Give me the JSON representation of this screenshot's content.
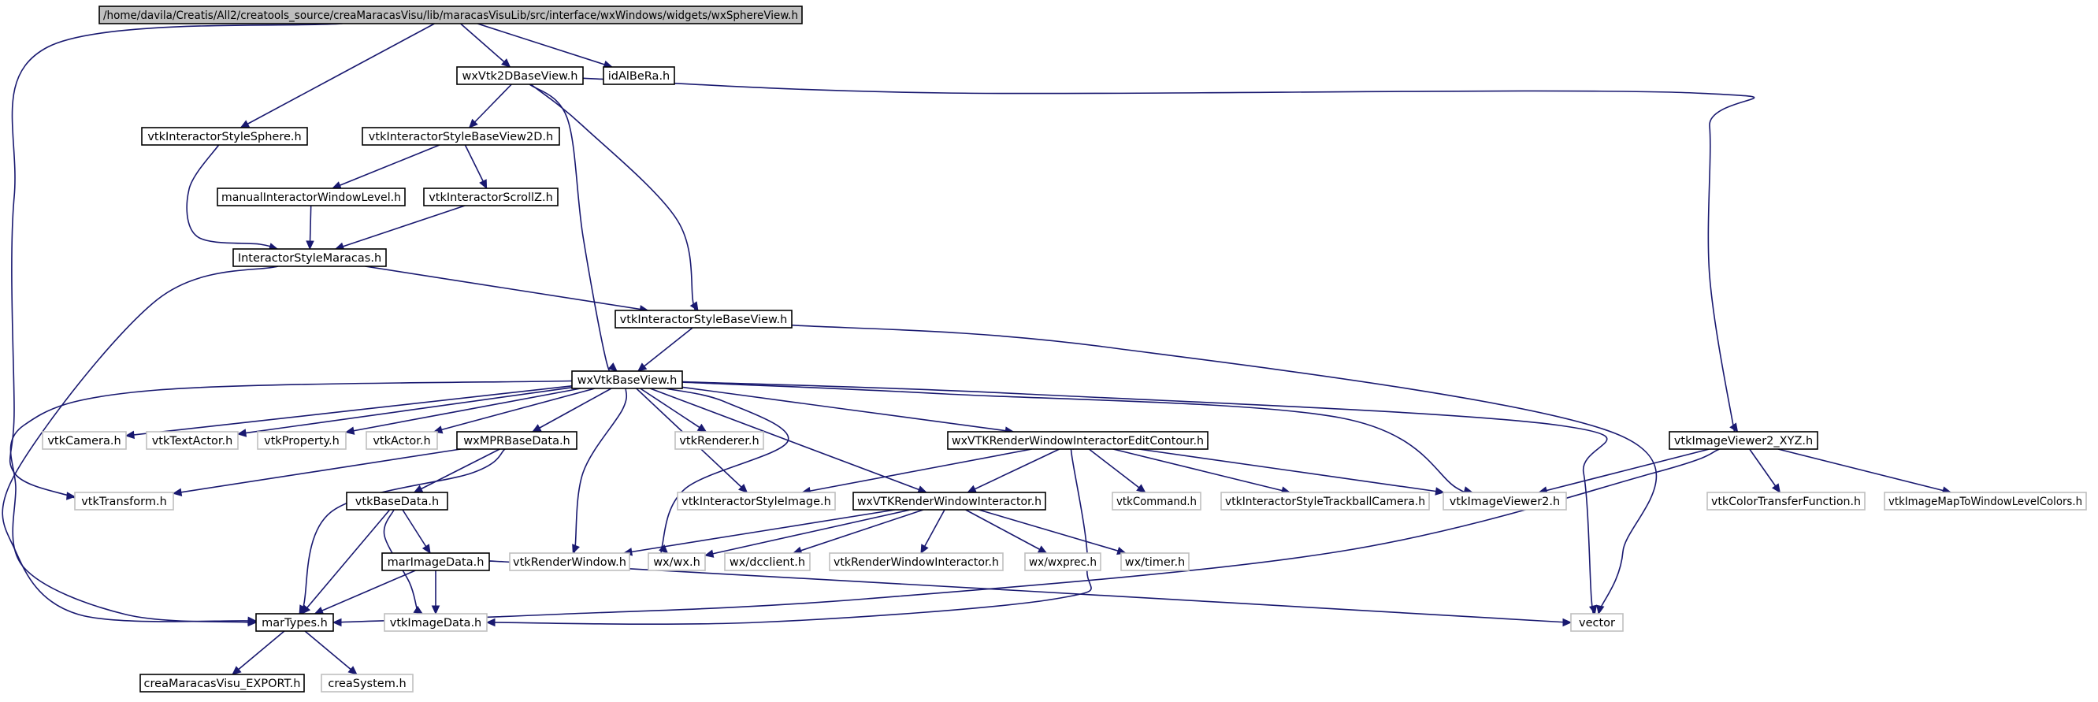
{
  "graph": {
    "colors": {
      "edge": "#191970",
      "main_fill": "#bfbfbf",
      "doc_border": "#000000",
      "ext_border": "#bfbfbf",
      "background": "#ffffff"
    },
    "nodes": [
      {
        "id": "main",
        "label": "/home/davila/Creatis/All2/creatools_source/creaMaracasVisu/lib/maracasVisuLib/src/interface/wxWindows/widgets/wxSphereView.h",
        "kind": "main"
      },
      {
        "id": "wxVtk2DBaseView",
        "label": "wxVtk2DBaseView.h",
        "kind": "doc"
      },
      {
        "id": "idAlBeRa",
        "label": "idAlBeRa.h",
        "kind": "doc"
      },
      {
        "id": "vtkInteractorStyleSphere",
        "label": "vtkInteractorStyleSphere.h",
        "kind": "doc"
      },
      {
        "id": "vtkInteractorStyleBaseView2D",
        "label": "vtkInteractorStyleBaseView2D.h",
        "kind": "doc"
      },
      {
        "id": "manualInteractorWindowLevel",
        "label": "manualInteractorWindowLevel.h",
        "kind": "doc"
      },
      {
        "id": "vtkInteractorScrollZ",
        "label": "vtkInteractorScrollZ.h",
        "kind": "doc"
      },
      {
        "id": "InteractorStyleMaracas",
        "label": "InteractorStyleMaracas.h",
        "kind": "doc"
      },
      {
        "id": "vtkInteractorStyleBaseView",
        "label": "vtkInteractorStyleBaseView.h",
        "kind": "doc"
      },
      {
        "id": "wxVtkBaseView",
        "label": "wxVtkBaseView.h",
        "kind": "doc"
      },
      {
        "id": "vtkCamera",
        "label": "vtkCamera.h",
        "kind": "ext"
      },
      {
        "id": "vtkTextActor",
        "label": "vtkTextActor.h",
        "kind": "ext"
      },
      {
        "id": "vtkProperty",
        "label": "vtkProperty.h",
        "kind": "ext"
      },
      {
        "id": "vtkActor",
        "label": "vtkActor.h",
        "kind": "ext"
      },
      {
        "id": "wxMPRBaseData",
        "label": "wxMPRBaseData.h",
        "kind": "doc"
      },
      {
        "id": "vtkRenderer",
        "label": "vtkRenderer.h",
        "kind": "ext"
      },
      {
        "id": "wxVTKRenderWindowInteractorEditContour",
        "label": "wxVTKRenderWindowInteractorEditContour.h",
        "kind": "doc"
      },
      {
        "id": "vtkImageViewer2_XYZ",
        "label": "vtkImageViewer2_XYZ.h",
        "kind": "doc"
      },
      {
        "id": "vtkTransform",
        "label": "vtkTransform.h",
        "kind": "ext"
      },
      {
        "id": "vtkBaseData",
        "label": "vtkBaseData.h",
        "kind": "doc"
      },
      {
        "id": "vtkInteractorStyleImage",
        "label": "vtkInteractorStyleImage.h",
        "kind": "ext"
      },
      {
        "id": "wxVTKRenderWindowInteractor",
        "label": "wxVTKRenderWindowInteractor.h",
        "kind": "doc"
      },
      {
        "id": "vtkCommand",
        "label": "vtkCommand.h",
        "kind": "ext"
      },
      {
        "id": "vtkInteractorStyleTrackballCamera",
        "label": "vtkInteractorStyleTrackballCamera.h",
        "kind": "ext"
      },
      {
        "id": "vtkImageViewer2",
        "label": "vtkImageViewer2.h",
        "kind": "ext"
      },
      {
        "id": "vtkColorTransferFunction",
        "label": "vtkColorTransferFunction.h",
        "kind": "ext"
      },
      {
        "id": "vtkImageMapToWindowLevelColors",
        "label": "vtkImageMapToWindowLevelColors.h",
        "kind": "ext"
      },
      {
        "id": "marImageData",
        "label": "marImageData.h",
        "kind": "doc"
      },
      {
        "id": "vtkRenderWindow",
        "label": "vtkRenderWindow.h",
        "kind": "ext"
      },
      {
        "id": "wxwx",
        "label": "wx/wx.h",
        "kind": "ext"
      },
      {
        "id": "wxdcclient",
        "label": "wx/dcclient.h",
        "kind": "ext"
      },
      {
        "id": "vtkRenderWindowInteractor",
        "label": "vtkRenderWindowInteractor.h",
        "kind": "ext"
      },
      {
        "id": "wxwxprec",
        "label": "wx/wxprec.h",
        "kind": "ext"
      },
      {
        "id": "wxtimer",
        "label": "wx/timer.h",
        "kind": "ext"
      },
      {
        "id": "marTypes",
        "label": "marTypes.h",
        "kind": "doc"
      },
      {
        "id": "vtkImageData",
        "label": "vtkImageData.h",
        "kind": "ext"
      },
      {
        "id": "vector",
        "label": "vector",
        "kind": "ext"
      },
      {
        "id": "creaMaracasVisu_EXPORT",
        "label": "creaMaracasVisu_EXPORT.h",
        "kind": "doc"
      },
      {
        "id": "creaSystem",
        "label": "creaSystem.h",
        "kind": "ext"
      }
    ],
    "edges": [
      {
        "from": "main",
        "to": "wxVtk2DBaseView"
      },
      {
        "from": "main",
        "to": "idAlBeRa"
      },
      {
        "from": "main",
        "to": "vtkInteractorStyleSphere"
      },
      {
        "from": "main",
        "to": "vtkTransform"
      },
      {
        "from": "wxVtk2DBaseView",
        "to": "vtkInteractorStyleBaseView2D"
      },
      {
        "from": "wxVtk2DBaseView",
        "to": "vtkInteractorStyleBaseView"
      },
      {
        "from": "wxVtk2DBaseView",
        "to": "wxVtkBaseView"
      },
      {
        "from": "wxVtk2DBaseView",
        "to": "vtkImageViewer2_XYZ"
      },
      {
        "from": "vtkInteractorStyleSphere",
        "to": "InteractorStyleMaracas"
      },
      {
        "from": "vtkInteractorStyleBaseView2D",
        "to": "manualInteractorWindowLevel"
      },
      {
        "from": "vtkInteractorStyleBaseView2D",
        "to": "vtkInteractorScrollZ"
      },
      {
        "from": "manualInteractorWindowLevel",
        "to": "InteractorStyleMaracas"
      },
      {
        "from": "vtkInteractorScrollZ",
        "to": "InteractorStyleMaracas"
      },
      {
        "from": "InteractorStyleMaracas",
        "to": "vtkInteractorStyleBaseView"
      },
      {
        "from": "InteractorStyleMaracas",
        "to": "marTypes"
      },
      {
        "from": "vtkInteractorStyleBaseView",
        "to": "wxVtkBaseView"
      },
      {
        "from": "vtkInteractorStyleBaseView",
        "to": "vector"
      },
      {
        "from": "wxVtkBaseView",
        "to": "vtkCamera"
      },
      {
        "from": "wxVtkBaseView",
        "to": "vtkTextActor"
      },
      {
        "from": "wxVtkBaseView",
        "to": "vtkProperty"
      },
      {
        "from": "wxVtkBaseView",
        "to": "vtkActor"
      },
      {
        "from": "wxVtkBaseView",
        "to": "wxMPRBaseData"
      },
      {
        "from": "wxVtkBaseView",
        "to": "vtkRenderer"
      },
      {
        "from": "wxVtkBaseView",
        "to": "wxVTKRenderWindowInteractorEditContour"
      },
      {
        "from": "wxVtkBaseView",
        "to": "vtkImageViewer2"
      },
      {
        "from": "wxVtkBaseView",
        "to": "vtkInteractorStyleImage"
      },
      {
        "from": "wxVtkBaseView",
        "to": "wxVTKRenderWindowInteractor"
      },
      {
        "from": "wxVtkBaseView",
        "to": "vtkRenderWindow"
      },
      {
        "from": "wxVtkBaseView",
        "to": "wxwx"
      },
      {
        "from": "wxVtkBaseView",
        "to": "marTypes"
      },
      {
        "from": "wxVtkBaseView",
        "to": "vector"
      },
      {
        "from": "wxMPRBaseData",
        "to": "vtkTransform"
      },
      {
        "from": "wxMPRBaseData",
        "to": "vtkBaseData"
      },
      {
        "from": "wxMPRBaseData",
        "to": "marTypes"
      },
      {
        "from": "vtkBaseData",
        "to": "marImageData"
      },
      {
        "from": "vtkBaseData",
        "to": "marTypes"
      },
      {
        "from": "vtkBaseData",
        "to": "vtkImageData"
      },
      {
        "from": "marImageData",
        "to": "marTypes"
      },
      {
        "from": "marImageData",
        "to": "vtkImageData"
      },
      {
        "from": "marImageData",
        "to": "vector"
      },
      {
        "from": "wxVTKRenderWindowInteractorEditContour",
        "to": "vtkInteractorStyleImage"
      },
      {
        "from": "wxVTKRenderWindowInteractorEditContour",
        "to": "wxVTKRenderWindowInteractor"
      },
      {
        "from": "wxVTKRenderWindowInteractorEditContour",
        "to": "vtkCommand"
      },
      {
        "from": "wxVTKRenderWindowInteractorEditContour",
        "to": "vtkInteractorStyleTrackballCamera"
      },
      {
        "from": "wxVTKRenderWindowInteractorEditContour",
        "to": "vtkImageViewer2"
      },
      {
        "from": "wxVTKRenderWindowInteractorEditContour",
        "to": "vtkImageData"
      },
      {
        "from": "wxVTKRenderWindowInteractor",
        "to": "vtkRenderWindow"
      },
      {
        "from": "wxVTKRenderWindowInteractor",
        "to": "wxwx"
      },
      {
        "from": "wxVTKRenderWindowInteractor",
        "to": "wxdcclient"
      },
      {
        "from": "wxVTKRenderWindowInteractor",
        "to": "vtkRenderWindowInteractor"
      },
      {
        "from": "wxVTKRenderWindowInteractor",
        "to": "wxwxprec"
      },
      {
        "from": "wxVTKRenderWindowInteractor",
        "to": "wxtimer"
      },
      {
        "from": "vtkImageViewer2_XYZ",
        "to": "vtkImageViewer2"
      },
      {
        "from": "vtkImageViewer2_XYZ",
        "to": "vtkColorTransferFunction"
      },
      {
        "from": "vtkImageViewer2_XYZ",
        "to": "vtkImageMapToWindowLevelColors"
      },
      {
        "from": "vtkImageViewer2_XYZ",
        "to": "marTypes"
      },
      {
        "from": "marTypes",
        "to": "creaMaracasVisu_EXPORT"
      },
      {
        "from": "marTypes",
        "to": "creaSystem"
      }
    ]
  }
}
